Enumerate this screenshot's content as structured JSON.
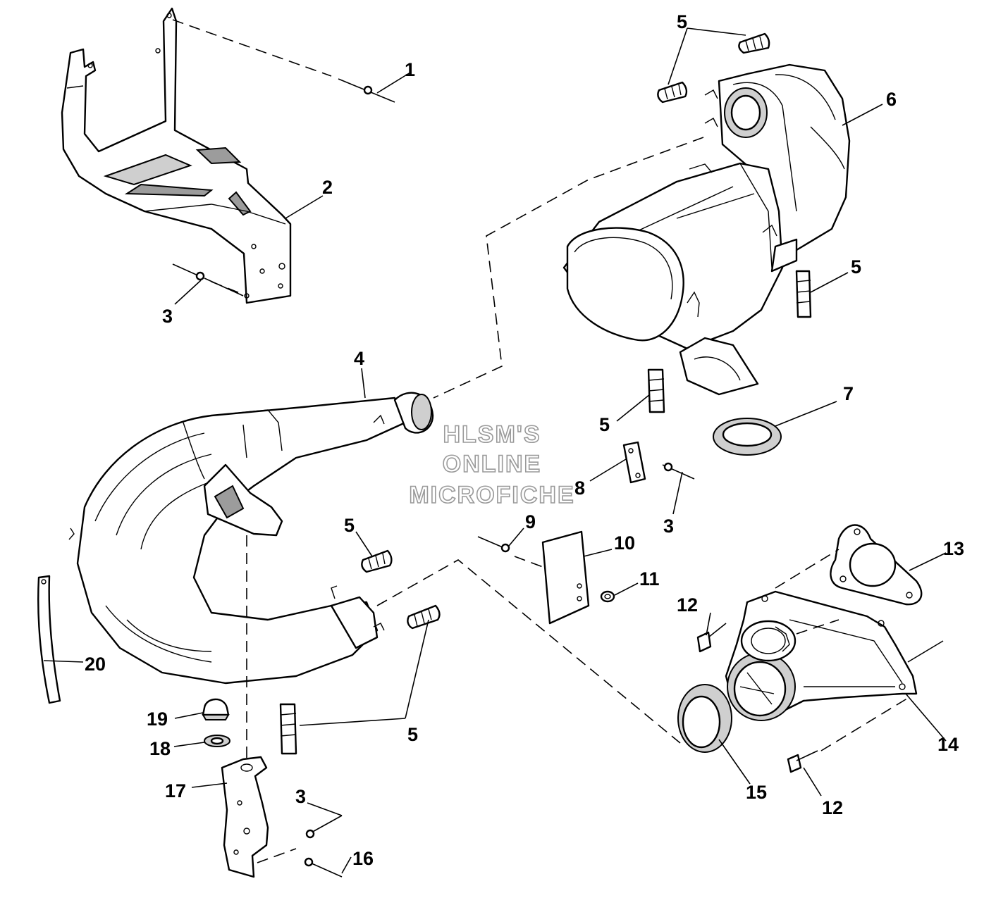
{
  "watermark": {
    "line1": "HLSM'S",
    "line2": "ONLINE",
    "line3": "MICROFICHE"
  },
  "callouts": {
    "c1": "1",
    "c2": "2",
    "c3a": "3",
    "c3b": "3",
    "c3c": "3",
    "c4": "4",
    "c5a": "5",
    "c5b": "5",
    "c5c": "5",
    "c5d": "5",
    "c5e": "5",
    "c6": "6",
    "c7": "7",
    "c8": "8",
    "c9": "9",
    "c10": "10",
    "c11": "11",
    "c12a": "12",
    "c12b": "12",
    "c13": "13",
    "c14": "14",
    "c15": "15",
    "c16": "16",
    "c17": "17",
    "c18": "18",
    "c19": "19",
    "c20": "20"
  }
}
